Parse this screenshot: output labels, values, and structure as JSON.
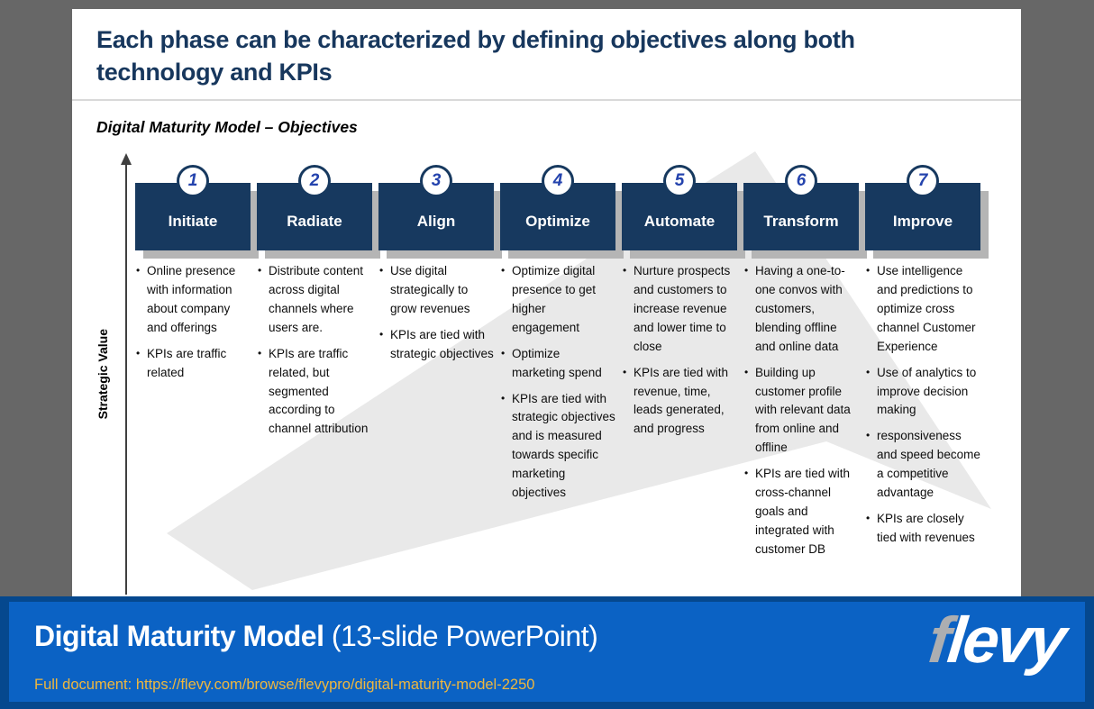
{
  "slide": {
    "title": "Each phase can be characterized by defining objectives along both technology and KPIs",
    "subtitle": "Digital Maturity Model – Objectives",
    "axis_label": "Strategic Value",
    "phases": [
      {
        "number": "1",
        "name": "Initiate",
        "bullets": [
          "Online presence with information about company and offerings",
          "KPIs are traffic related"
        ]
      },
      {
        "number": "2",
        "name": "Radiate",
        "bullets": [
          "Distribute content across digital channels where users are.",
          "KPIs are traffic related, but segmented according to channel attribution"
        ]
      },
      {
        "number": "3",
        "name": "Align",
        "bullets": [
          "Use digital strategically to grow revenues",
          "KPIs are tied with strategic objectives"
        ]
      },
      {
        "number": "4",
        "name": "Optimize",
        "bullets": [
          "Optimize digital presence to get higher engagement",
          "Optimize marketing spend",
          "KPIs are tied with strategic objectives and is measured towards specific marketing objectives"
        ]
      },
      {
        "number": "5",
        "name": "Automate",
        "bullets": [
          "Nurture prospects and customers to increase revenue and lower time to close",
          "KPIs are tied with revenue, time, leads generated, and progress"
        ]
      },
      {
        "number": "6",
        "name": "Transform",
        "bullets": [
          "Having a one-to-one convos with customers, blending offline and online data",
          "Building up customer profile with relevant data from online and offline",
          "KPIs are tied with cross-channel goals and integrated with customer DB"
        ]
      },
      {
        "number": "7",
        "name": "Improve",
        "bullets": [
          "Use intelligence and predictions to optimize cross channel Customer Experience",
          "Use of analytics to improve decision making",
          "responsiveness and speed become a competitive advantage",
          "KPIs are closely tied with revenues"
        ]
      }
    ]
  },
  "footer": {
    "doc_title": "Digital Maturity Model",
    "doc_subtitle": " (13-slide PowerPoint)",
    "link_label": "Full document: ",
    "link_url": "https://flevy.com/browse/flevypro/digital-maturity-model-2250",
    "logo_f": "f",
    "logo_rest": "levy"
  },
  "colors": {
    "header_navy": "#17395F",
    "number_blue": "#2443AD",
    "title_navy": "#17375D",
    "banner_blue": "#0B62C4",
    "banner_border_blue": "#05488E",
    "link_yellow": "#EFB73E",
    "arrow_gray": "#E9E9E9",
    "logo_f_gray": "#ACAEB1",
    "page_background_gray": "#676767"
  }
}
